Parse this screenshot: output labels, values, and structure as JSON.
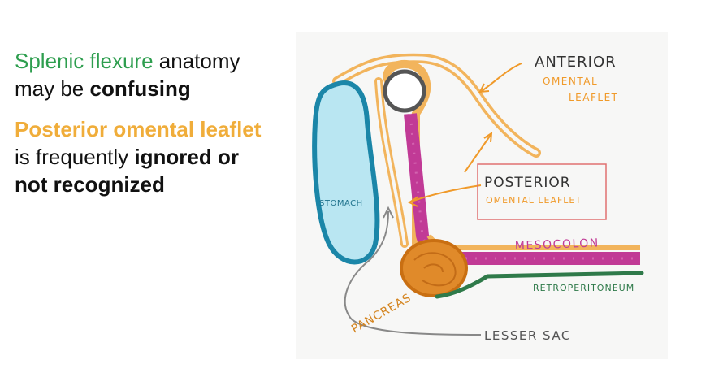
{
  "text": {
    "line1_green": "Splenic flexure",
    "line1_rest": " anatomy",
    "line2_plain": "may be ",
    "line2_bold": "confusing",
    "line3_orange": "Posterior omental leaflet",
    "line4_plain": "is frequently ",
    "line4_bold": "ignored or",
    "line5_bold": "not recognized"
  },
  "diagram": {
    "labels": {
      "anterior": "ANTERIOR",
      "anterior_sub1": "OMENTAL",
      "anterior_sub2": "LEAFLET",
      "posterior": "POSTERIOR",
      "posterior_sub": "OMENTAL LEAFLET",
      "stomach": "STOMACH",
      "mesocolon": "MESOCOLON",
      "retroperitoneum": "RETROPERITONEUM",
      "pancreas": "PANCREAS",
      "lesser_sac": "LESSER SAC"
    },
    "colors": {
      "omentum": "#f2b45c",
      "mesocolon": "#c13a96",
      "stomach_fill": "#b9e6f2",
      "stomach_outline": "#1b86a8",
      "pancreas": "#e08a2a",
      "retroperitoneum": "#2f7a4a",
      "highlight_box": "#e07070"
    }
  }
}
